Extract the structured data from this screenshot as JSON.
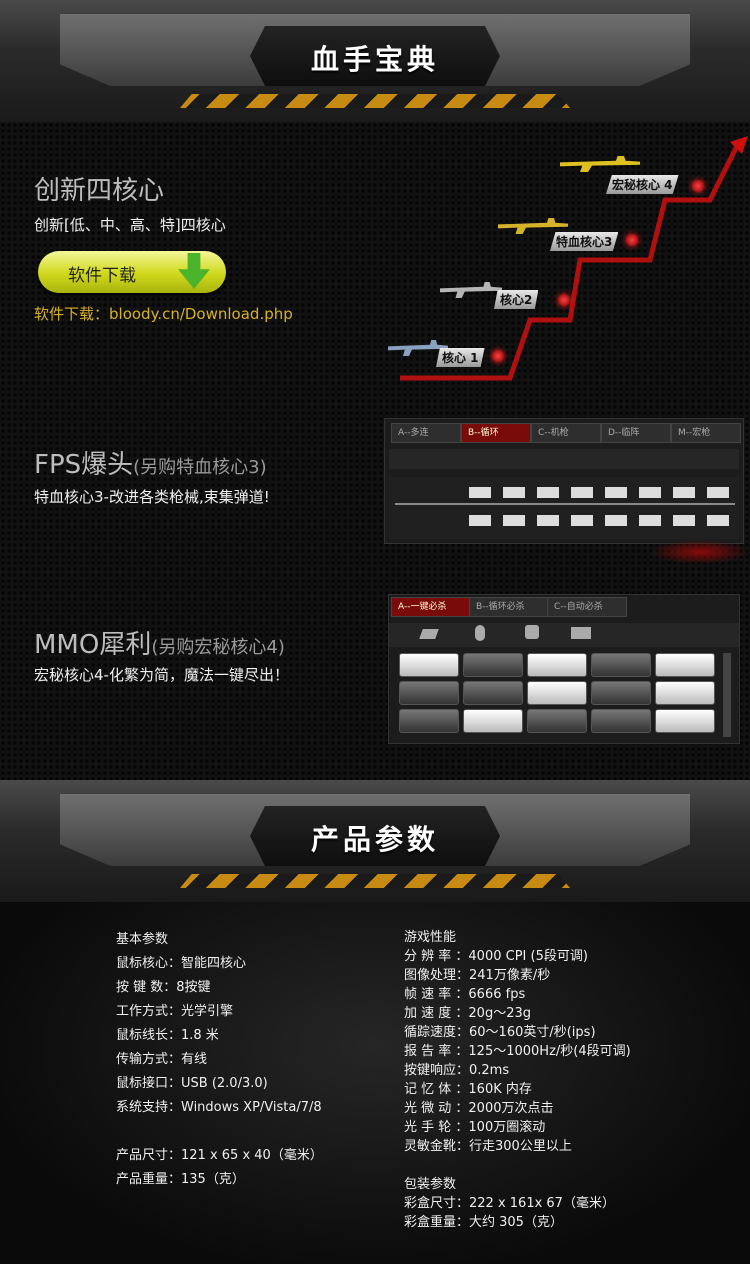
{
  "banner1": {
    "title": "血手宝典"
  },
  "core": {
    "heading": "创新四核心",
    "desc": "创新[低、中、高、特]四核心",
    "button_label": "软件下载",
    "download_text": "软件下载：bloody.cn/Download.php",
    "levels": [
      "核心 1",
      "核心2",
      "特血核心3",
      "宏秘核心 4"
    ]
  },
  "fps": {
    "heading": "FPS爆头",
    "sub": "(另购特血核心3)",
    "desc": "特血核心3-改进各类枪械,束集弹道!",
    "tabs": [
      "A--多连",
      "B--循环",
      "C--机枪",
      "D--临阵",
      "M--宏枪"
    ]
  },
  "mmo": {
    "heading": "MMO犀利",
    "sub": "(另购宏秘核心4)",
    "desc": "宏秘核心4-化繁为简，魔法一键尽出！",
    "tabs": [
      "A--一键必杀",
      "B--循环必杀",
      "C--自动必杀"
    ]
  },
  "banner2": {
    "title": "产品参数"
  },
  "specs_left": {
    "basic_header": "基本参数",
    "basic": [
      "鼠标核心：智能四核心",
      "按 键 数：8按键",
      "工作方式：光学引擎",
      "鼠标线长：1.8 米",
      "传输方式：有线",
      "鼠标接口：USB (2.0/3.0)",
      "系统支持：Windows XP/Vista/7/8"
    ],
    "size": "产品尺寸：121 x 65 x 40（毫米）",
    "weight": "产品重量：135（克）"
  },
  "specs_right": {
    "perf_header": "游戏性能",
    "perf": [
      "分 辨 率 ：4000 CPI (5段可调)",
      "图像处理：241万像素/秒",
      "帧 速 率 ：6666 fps",
      "加 速 度 ：20g～23g",
      "循踪速度：60～160英寸/秒(ips)",
      "报 告 率 ：125～1000Hz/秒(4段可调)",
      "按键响应：0.2ms",
      "记 忆 体 ：160K 内存",
      "光 微 动 ：2000万次点击",
      "光 手 轮 ：100万圈滚动",
      "灵敏金靴：行走300公里以上"
    ],
    "pack_header": "包装参数",
    "pack": [
      "彩盒尺寸：222 x 161x 67（毫米）",
      "彩盒重量：大约 305（克）"
    ]
  }
}
